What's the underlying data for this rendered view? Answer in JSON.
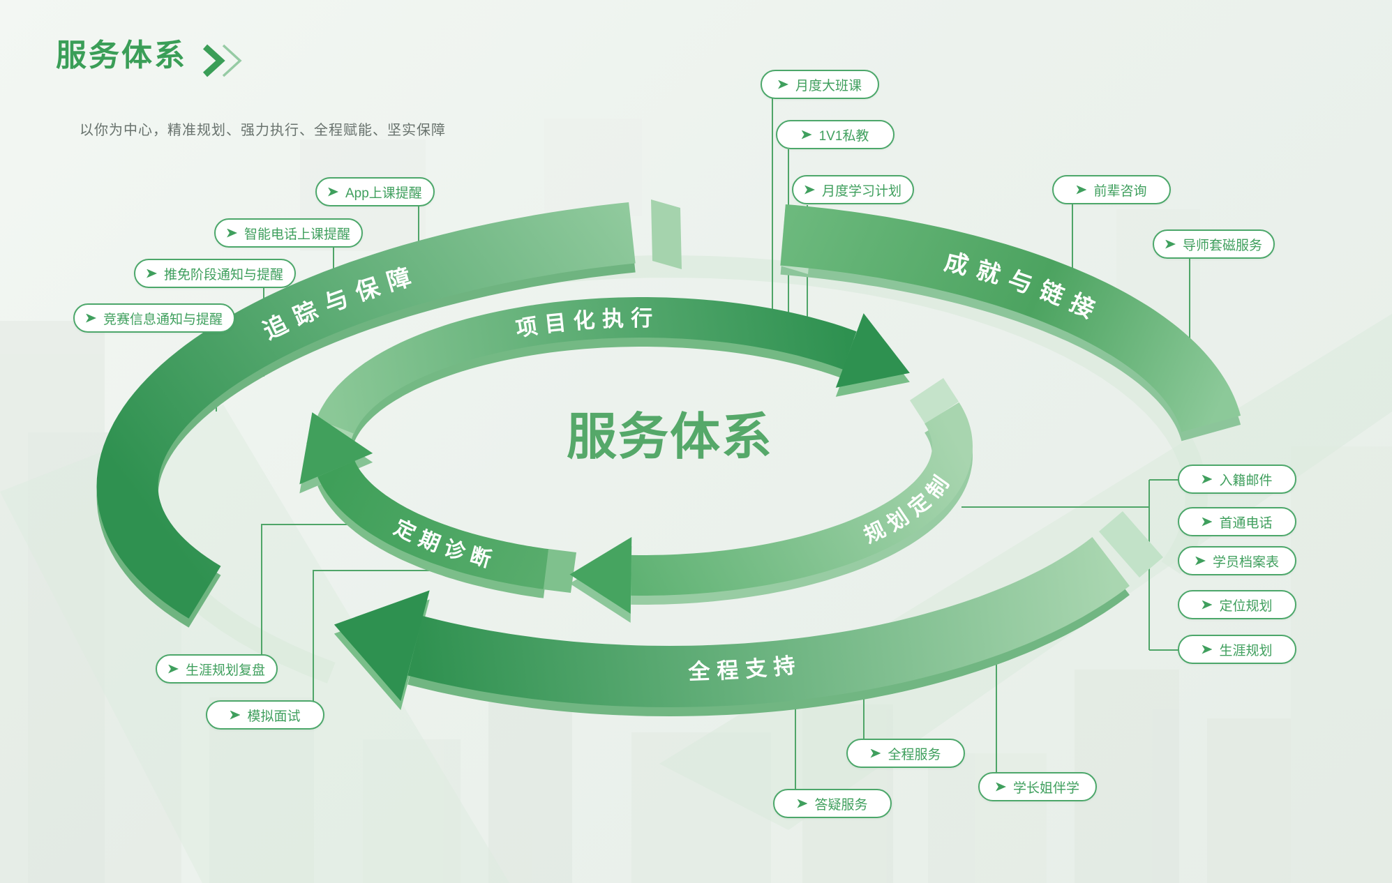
{
  "page": {
    "title": "服务体系",
    "subtitle": "以你为中心，精准规划、强力执行、全程赋能、坚实保障",
    "center_label": "服务体系"
  },
  "arcs": [
    {
      "label": "追踪与保障"
    },
    {
      "label": "成就与链接"
    },
    {
      "label": "全程支持"
    },
    {
      "label": "项目化执行"
    },
    {
      "label": "规划定制"
    },
    {
      "label": "定期诊断"
    }
  ],
  "pills": [
    {
      "label": "月度大班课"
    },
    {
      "label": "1V1私教"
    },
    {
      "label": "月度学习计划"
    },
    {
      "label": "前辈咨询"
    },
    {
      "label": "导师套磁服务"
    },
    {
      "label": "App上课提醒"
    },
    {
      "label": "智能电话上课提醒"
    },
    {
      "label": "推免阶段通知与提醒"
    },
    {
      "label": "竞赛信息通知与提醒"
    },
    {
      "label": "入籍邮件"
    },
    {
      "label": "首通电话"
    },
    {
      "label": "学员档案表"
    },
    {
      "label": "定位规划"
    },
    {
      "label": "生涯规划"
    },
    {
      "label": "生涯规划复盘"
    },
    {
      "label": "模拟面试"
    },
    {
      "label": "全程服务"
    },
    {
      "label": "答疑服务"
    },
    {
      "label": "学长姐伴学"
    }
  ],
  "icons": {
    "pill_arrow": "play-arrow-right",
    "title_chevron": "double-chevron-right"
  },
  "colors": {
    "accent_green": "#3A9E57",
    "arc_dark": "#2E9150",
    "arc_light": "#A9D6B0",
    "pill_border": "#4CA76A",
    "pill_text": "#3F9F5D",
    "center_text": "#55A869",
    "connector": "#4FA568",
    "subtitle_text": "#68726D"
  }
}
